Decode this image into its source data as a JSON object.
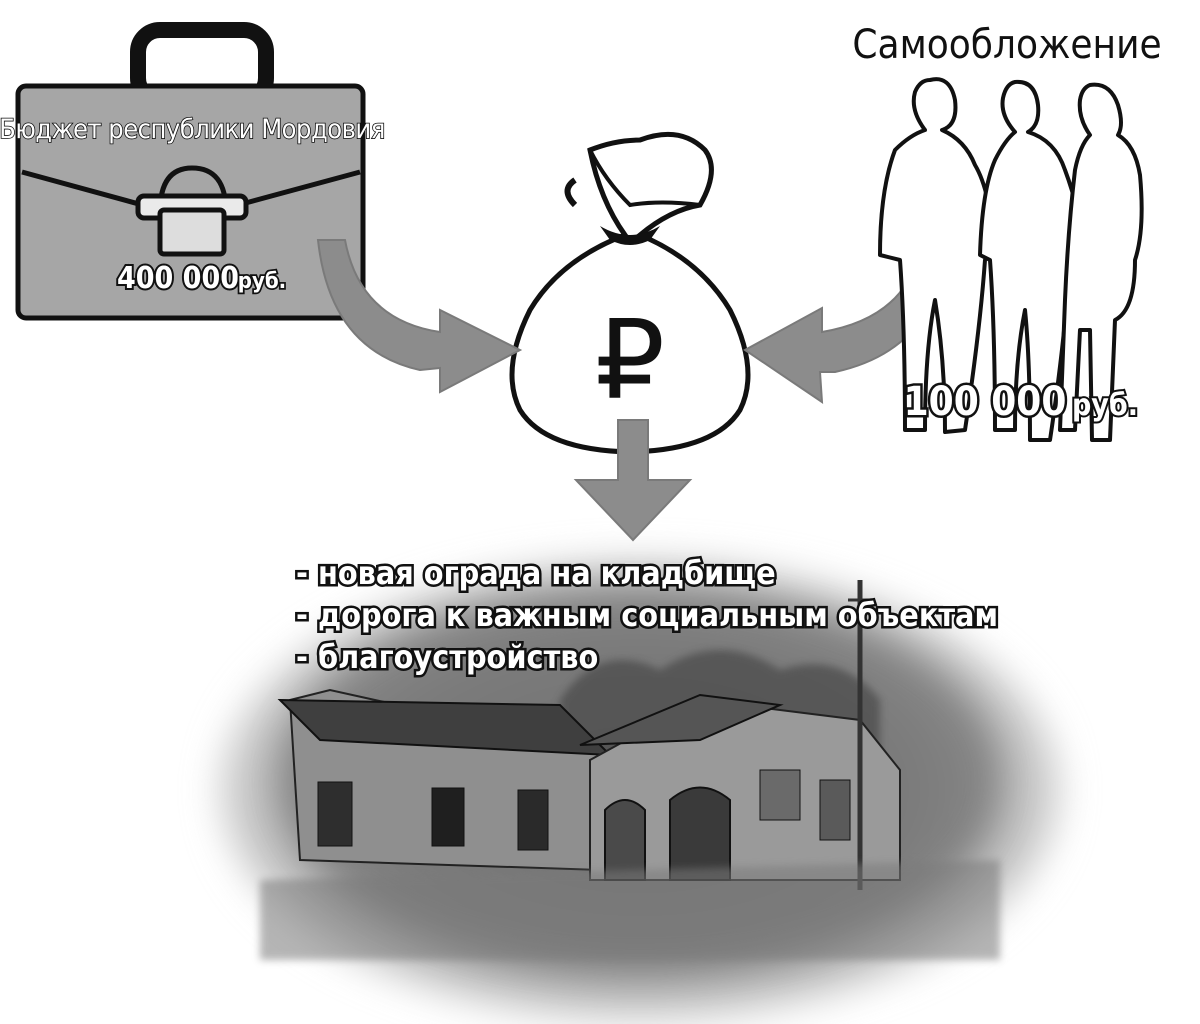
{
  "budget": {
    "title": "Бюджет республики Мордовия",
    "amount": "400 000",
    "unit": "руб."
  },
  "self_tax": {
    "title": "Самообложение",
    "amount": "100 000",
    "unit": "руб."
  },
  "center": {
    "symbol": "₽"
  },
  "projects": {
    "items": [
      "- новая ограда на кладбище",
      "- дорога к важным социальным объектам",
      "- благоустройство"
    ]
  },
  "colors": {
    "briefcase_fill": "#a6a6a6",
    "arrow_fill": "#8c8c8c",
    "outline": "#111111"
  }
}
